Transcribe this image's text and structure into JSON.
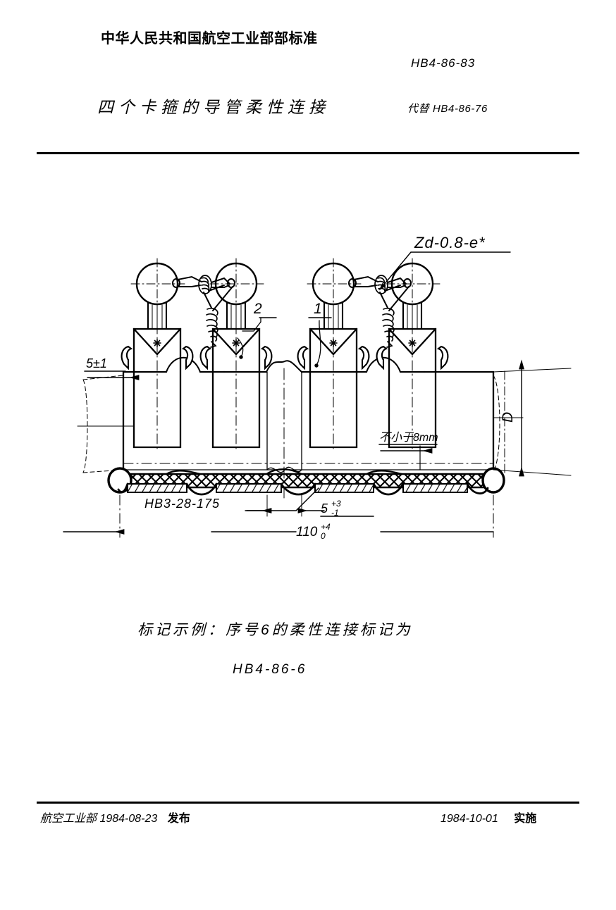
{
  "header": {
    "ministry_title": "中华人民共和国航空工业部部标准",
    "standard_no": "HB4-86-83",
    "doc_title": "四个卡箍的导管柔性连接",
    "replaces": "代替 HB4-86-76"
  },
  "drawing": {
    "callout_wire": "Zd-0.8-e*",
    "item_label_1": "1",
    "item_label_2": "2",
    "dim_left_gap": "5±1",
    "dim_min_clearance": "不小于8mm",
    "dim_diameter": "D",
    "part_no_sleeve": "HB3-28-175",
    "dim_center_value": "5",
    "dim_center_upper": "+3",
    "dim_center_lower": "-1",
    "dim_overall_value": "110",
    "dim_overall_upper": "+4",
    "dim_overall_lower": "0"
  },
  "marking": {
    "example_text": "标记示例：序号6的柔性连接标记为",
    "example_code": "HB4-86-6"
  },
  "footer": {
    "issuer": "航空工业部 1984-08-23",
    "issue_verb": "发布",
    "effective_date": "1984-10-01",
    "effective_verb": "实施"
  },
  "colors": {
    "ink": "#000000",
    "paper": "#ffffff"
  }
}
